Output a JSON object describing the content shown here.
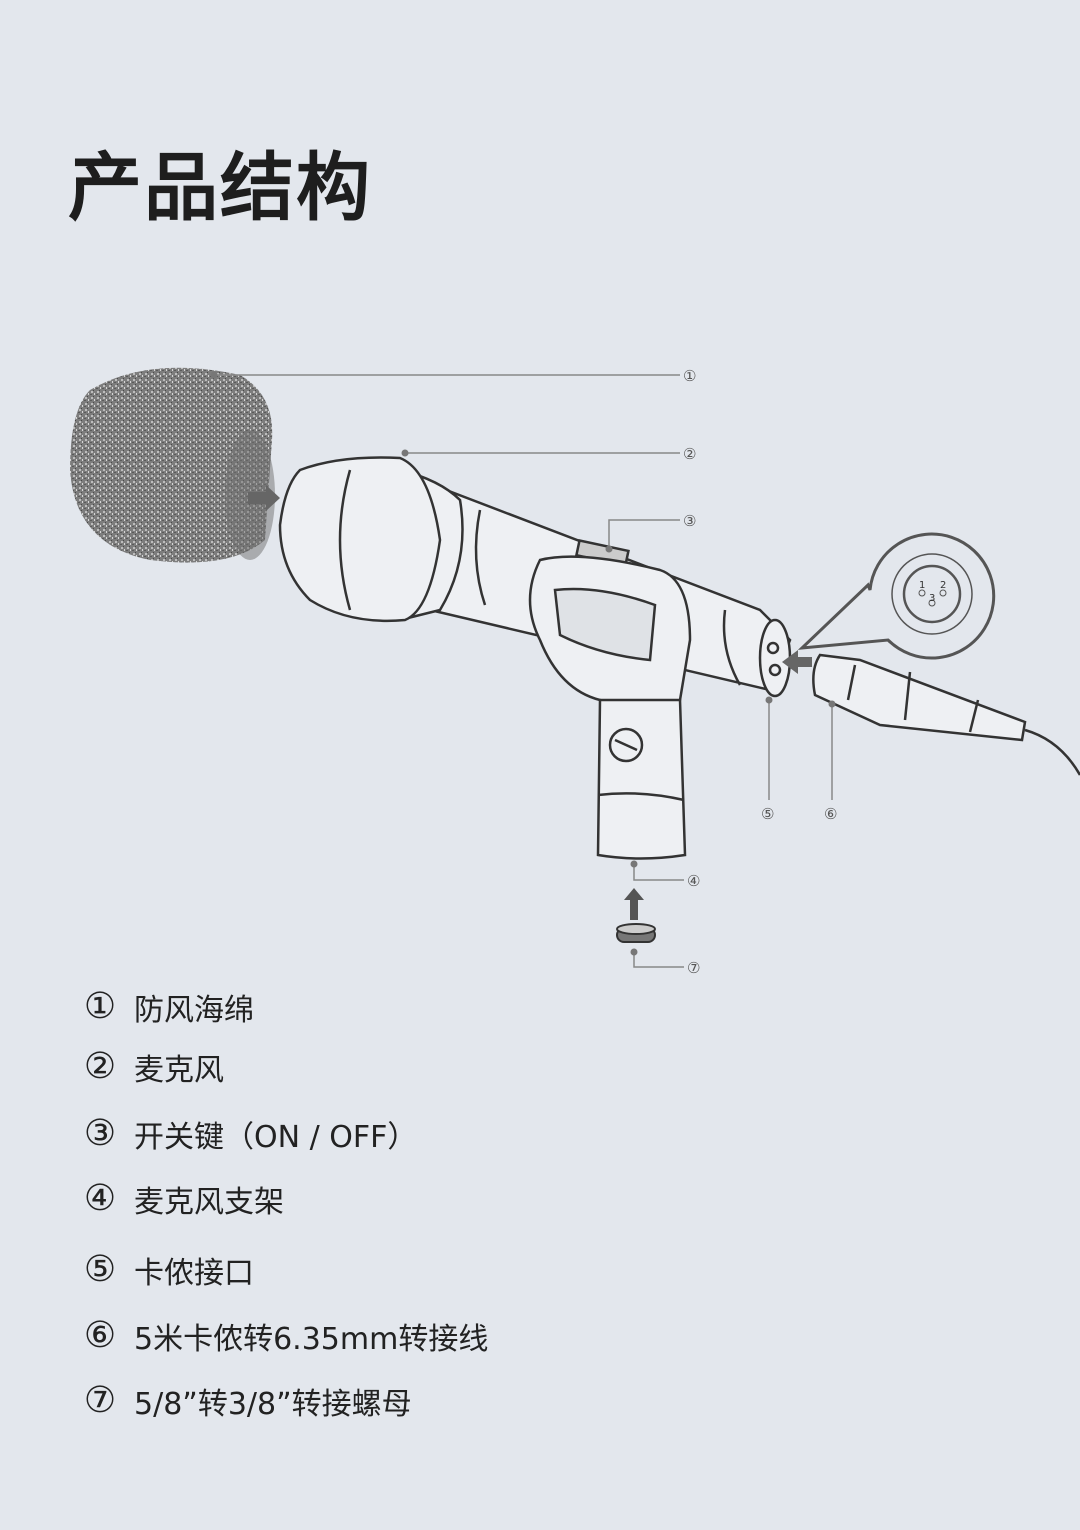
{
  "title": "产品结构",
  "callouts": [
    "①",
    "②",
    "③",
    "④",
    "⑤",
    "⑥",
    "⑦"
  ],
  "xlr_pins": [
    "1",
    "2",
    "3"
  ],
  "legend": [
    {
      "num": "①",
      "label": "防风海绵"
    },
    {
      "num": "②",
      "label": "麦克风"
    },
    {
      "num": "③",
      "label": "开关键（ON / OFF）"
    },
    {
      "num": "④",
      "label": "麦克风支架"
    },
    {
      "num": "⑤",
      "label": "卡侬接口"
    },
    {
      "num": "⑥",
      "label": "5米卡侬转6.35mm转接线"
    },
    {
      "num": "⑦",
      "label": "5/8”转3/8”转接螺母"
    }
  ]
}
